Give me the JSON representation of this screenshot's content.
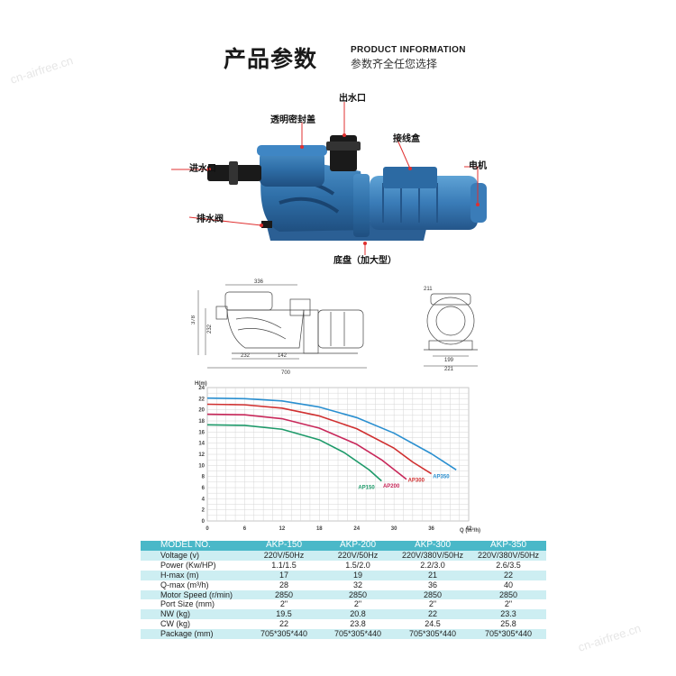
{
  "header": {
    "title_cn": "产品参数",
    "title_en": "PRODUCT INFORMATION",
    "subtitle_cn": "参数齐全任您选择"
  },
  "callouts": {
    "outlet": "出水口",
    "lid": "透明密封盖",
    "junction_box": "接线盒",
    "inlet": "进水口",
    "motor": "电机",
    "drain_valve": "排水阀",
    "base": "底盘（加大型）"
  },
  "watermarks": [
    "cn-airfree.cn",
    "cn-airfree.cn"
  ],
  "drawing": {
    "side_dims": [
      "336",
      "378",
      "232",
      "232",
      "142",
      "700"
    ],
    "front_dims": [
      "211",
      "199",
      "221"
    ]
  },
  "chart_data": {
    "type": "line",
    "title": "",
    "xlabel": "Q (m³/h)",
    "ylabel": "H(m)",
    "xlim": [
      0,
      42
    ],
    "ylim": [
      0,
      24
    ],
    "x_ticks": [
      "0",
      "6",
      "12",
      "18",
      "24",
      "30",
      "36",
      "42"
    ],
    "y_ticks": [
      "0",
      "2",
      "4",
      "6",
      "8",
      "10",
      "12",
      "14",
      "16",
      "18",
      "20",
      "22",
      "24"
    ],
    "grid": true,
    "series": [
      {
        "name": "AP150",
        "color": "#1e9a6a",
        "points": [
          [
            0,
            17.3
          ],
          [
            6,
            17.2
          ],
          [
            12,
            16.5
          ],
          [
            18,
            14.6
          ],
          [
            22,
            12.3
          ],
          [
            26,
            9.2
          ],
          [
            28,
            7.2
          ]
        ]
      },
      {
        "name": "AP200",
        "color": "#c8285a",
        "points": [
          [
            0,
            19.2
          ],
          [
            6,
            19.1
          ],
          [
            12,
            18.4
          ],
          [
            18,
            16.7
          ],
          [
            24,
            13.8
          ],
          [
            28,
            11.0
          ],
          [
            32,
            7.5
          ]
        ]
      },
      {
        "name": "AP300",
        "color": "#d03030",
        "points": [
          [
            0,
            21.0
          ],
          [
            6,
            20.9
          ],
          [
            12,
            20.3
          ],
          [
            18,
            18.9
          ],
          [
            24,
            16.6
          ],
          [
            30,
            13.1
          ],
          [
            33,
            10.6
          ],
          [
            36,
            8.5
          ]
        ]
      },
      {
        "name": "AP350",
        "color": "#2a8fd0",
        "points": [
          [
            0,
            22.1
          ],
          [
            6,
            22.0
          ],
          [
            12,
            21.6
          ],
          [
            18,
            20.5
          ],
          [
            24,
            18.6
          ],
          [
            30,
            15.8
          ],
          [
            36,
            12.1
          ],
          [
            40,
            9.2
          ]
        ]
      }
    ]
  },
  "table": {
    "header": [
      "MODEL NO.",
      "AKP-150",
      "AKP-200",
      "AKP-300",
      "AKP-350"
    ],
    "rows": [
      [
        "Voltage      (v)",
        "220V/50Hz",
        "220V/50Hz",
        "220V/380V/50Hz",
        "220V/380V/50Hz"
      ],
      [
        "Power (Kw/HP)",
        "1.1/1.5",
        "1.5/2.0",
        "2.2/3.0",
        "2.6/3.5"
      ],
      [
        "H-max          (m)",
        "17",
        "19",
        "21",
        "22"
      ],
      [
        "Q-max     (m³/h)",
        "28",
        "32",
        "36",
        "40"
      ],
      [
        "Motor Speed (r/min)",
        "2850",
        "2850",
        "2850",
        "2850"
      ],
      [
        "Port Size      (mm)",
        "2\"",
        "2\"",
        "2\"",
        "2\""
      ],
      [
        "NW               (kg)",
        "19.5",
        "20.8",
        "22",
        "23.3"
      ],
      [
        "CW               (kg)",
        "22",
        "23.8",
        "24.5",
        "25.8"
      ],
      [
        "Package      (mm)",
        "705*305*440",
        "705*305*440",
        "705*305*440",
        "705*305*440"
      ]
    ]
  }
}
